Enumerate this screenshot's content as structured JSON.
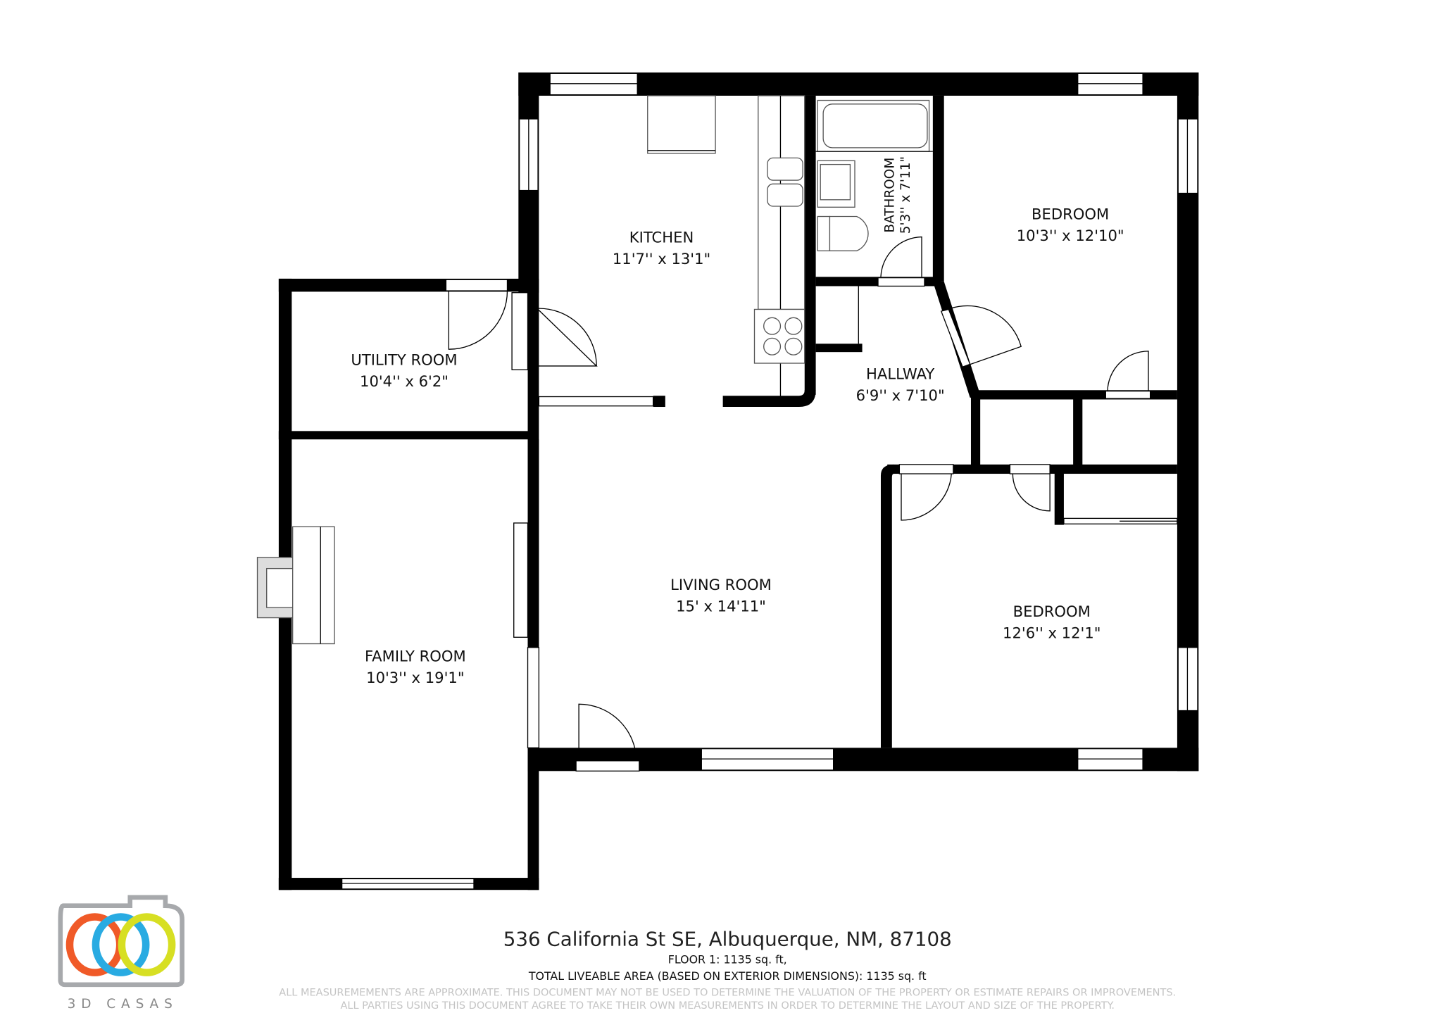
{
  "rooms": [
    {
      "name": "KITCHEN",
      "size": "11'7'' x 13'1\""
    },
    {
      "name": "BATHROOM",
      "size": "5'3'' x 7'11\""
    },
    {
      "name": "BEDROOM",
      "size": "10'3'' x 12'10\""
    },
    {
      "name": "UTILITY ROOM",
      "size": "10'4'' x 6'2\""
    },
    {
      "name": "HALLWAY",
      "size": "6'9'' x 7'10\""
    },
    {
      "name": "LIVING ROOM",
      "size": "15' x 14'11\""
    },
    {
      "name": "BEDROOM",
      "size": "12'6'' x 12'1\""
    },
    {
      "name": "FAMILY ROOM",
      "size": "10'3'' x 19'1\""
    }
  ],
  "footer": {
    "address": "536 California St SE, Albuquerque, NM, 87108",
    "floor": "FLOOR 1: 1135 sq. ft,",
    "total": "TOTAL LIVEABLE AREA (BASED ON EXTERIOR DIMENSIONS): 1135 sq. ft",
    "disclaimer1": "ALL MEASUREMEMENTS ARE APPROXIMATE. THIS DOCUMENT MAY NOT BE USED TO DETERMINE THE VALUATION OF THE PROPERTY OR ESTIMATE REPAIRS OR IMPROVEMENTS.",
    "disclaimer2": "ALL PARTIES USING THIS DOCUMENT AGREE TO TAKE THEIR OWN MEASUREMENTS IN ORDER TO DETERMINE THE LAYOUT AND SIZE OF THE PROPERTY."
  },
  "logo": {
    "brand": "3D CASAS",
    "colors": [
      "#f05a28",
      "#29abe2",
      "#d7df23",
      "#a7a9ac"
    ]
  }
}
